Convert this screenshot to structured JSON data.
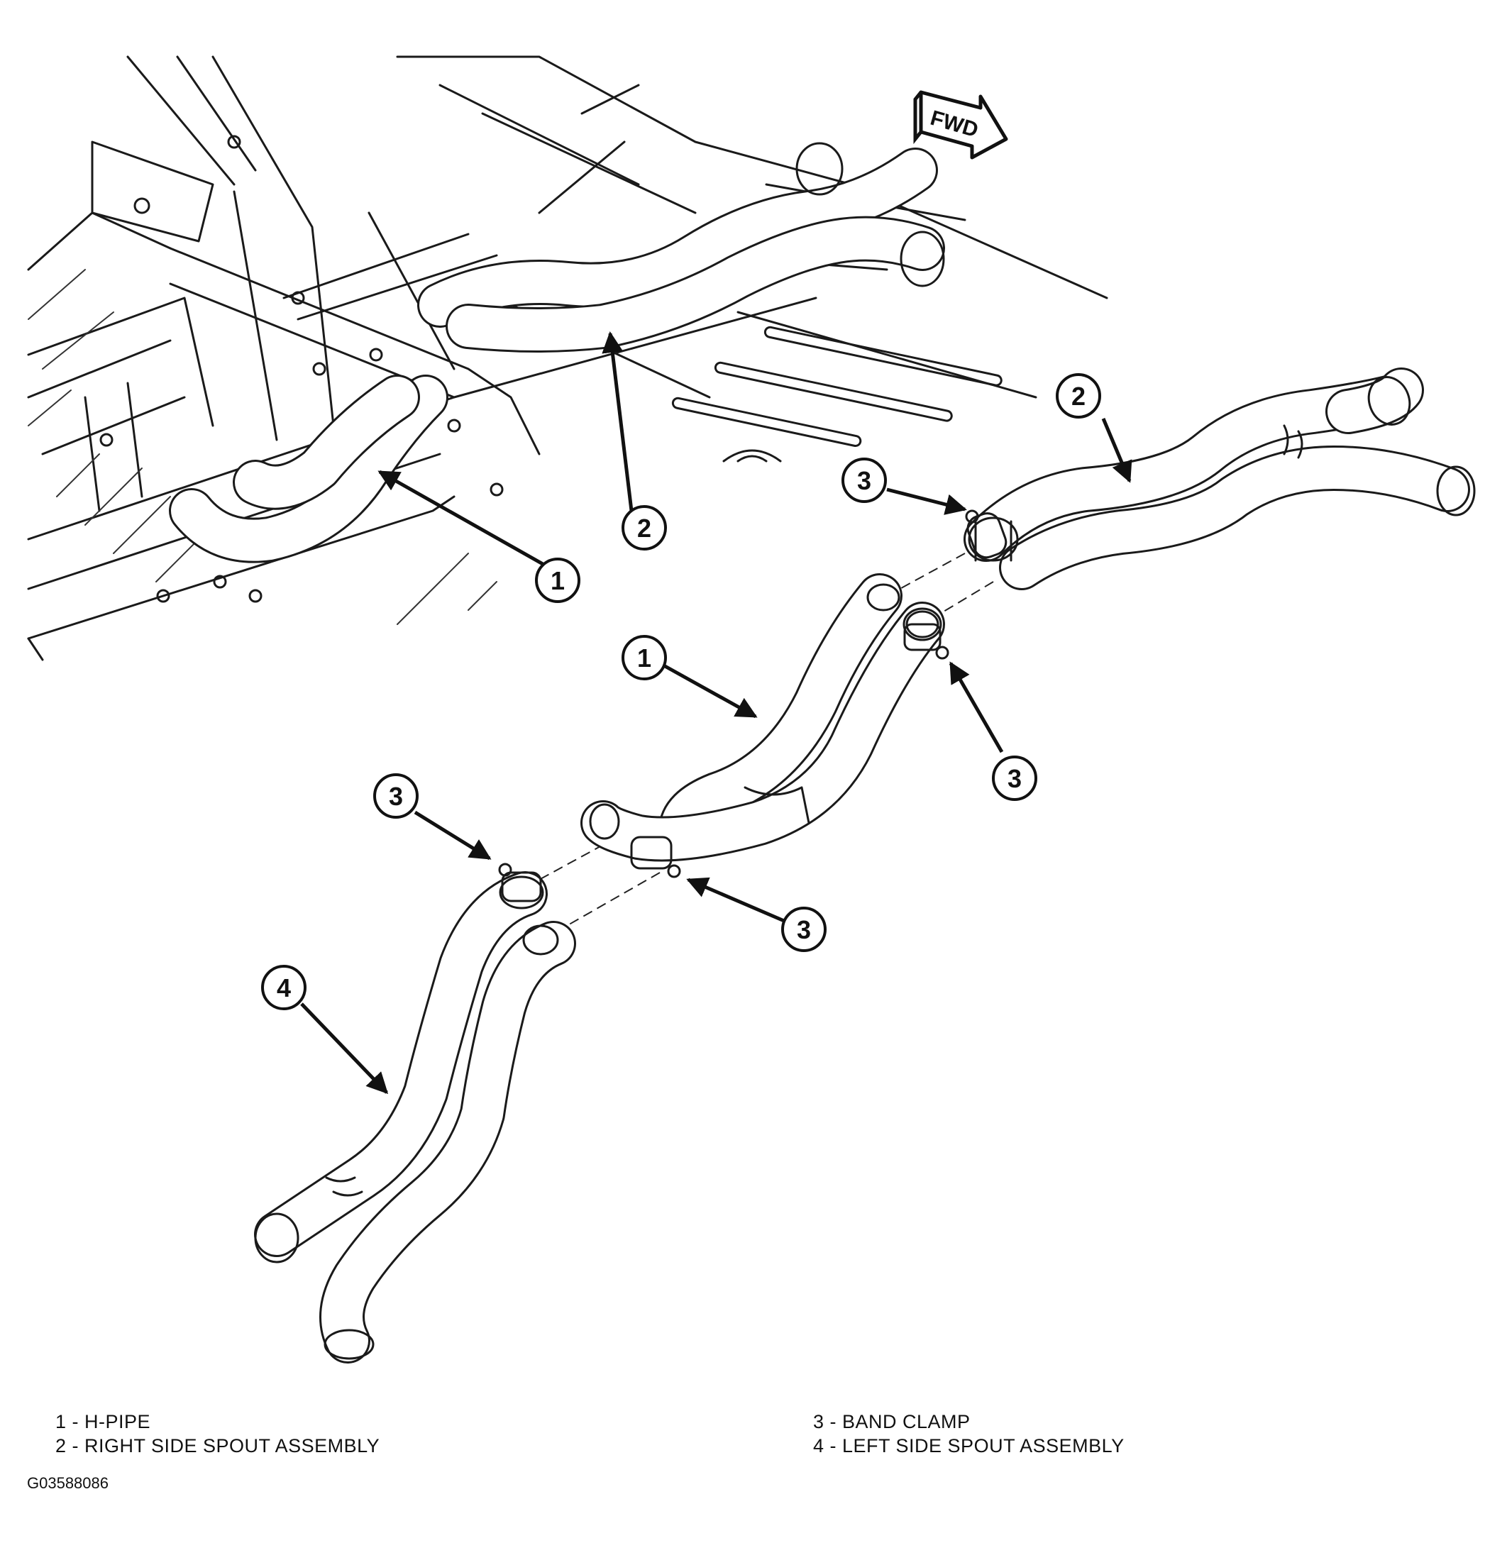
{
  "fwd_label": "FWD",
  "callouts": [
    "1",
    "2",
    "3",
    "4"
  ],
  "legend": {
    "item1": "1 - H-PIPE",
    "item2": "2 - RIGHT SIDE SPOUT ASSEMBLY",
    "item3": "3 - BAND CLAMP",
    "item4": "4 - LEFT SIDE SPOUT ASSEMBLY"
  },
  "figure_code": "G03588086"
}
